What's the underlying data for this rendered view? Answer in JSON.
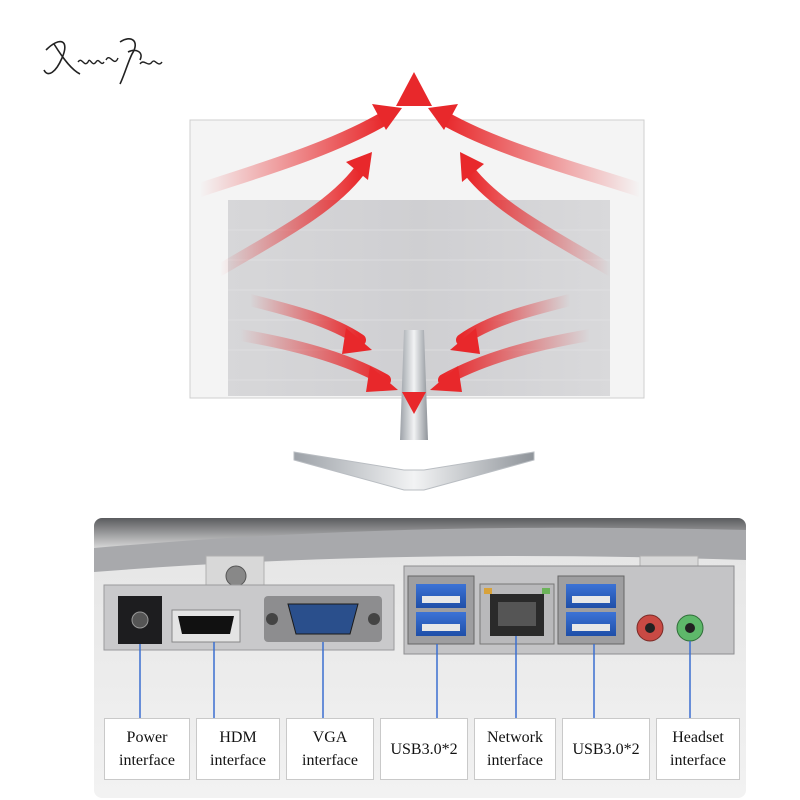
{
  "brand": {
    "logo_text": "XuanYao"
  },
  "ports": {
    "power": {
      "line1": "Power",
      "line2": "interface"
    },
    "hdmi": {
      "line1": "HDM",
      "line2": "interface"
    },
    "vga": {
      "line1": "VGA",
      "line2": "interface"
    },
    "usb_left": {
      "line1": "USB3.0*2"
    },
    "network": {
      "line1": "Network",
      "line2": "interface"
    },
    "usb_right": {
      "line1": "USB3.0*2"
    },
    "headset": {
      "line1": "Headset",
      "line2": "interface"
    }
  },
  "colors": {
    "arrow": "#e8282b",
    "callout_line": "#3b6fd0",
    "panel": "#e9e9e9"
  }
}
